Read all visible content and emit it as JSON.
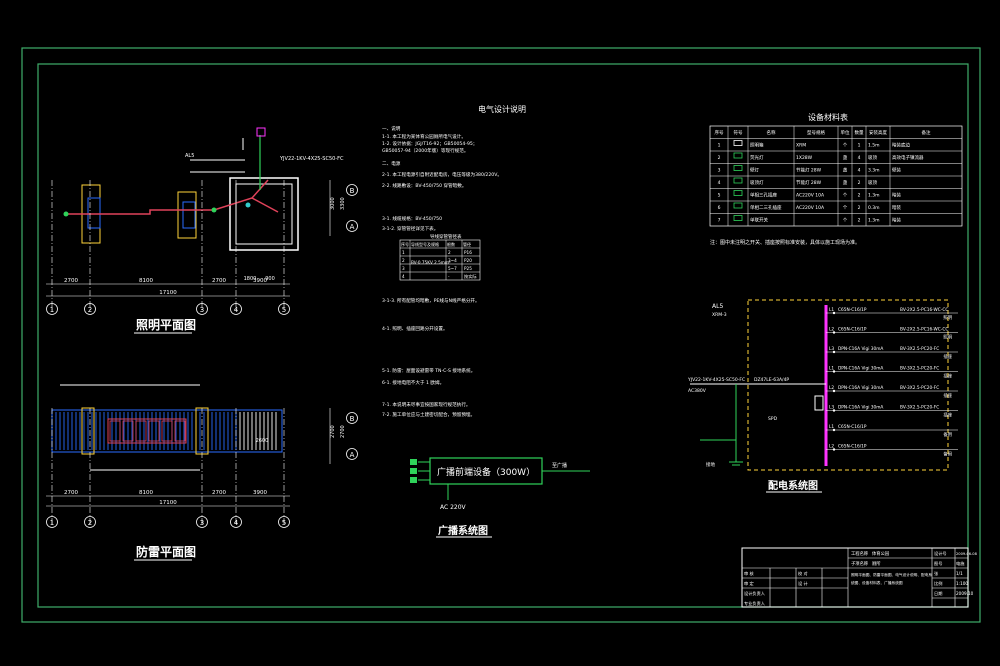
{
  "colors": {
    "background": "#000000",
    "frame": "#3fae6a",
    "wire": "#e0425a",
    "blue": "#2a6bff",
    "cyan": "#33cccc",
    "green": "#2fd35a",
    "yellow": "#ffd33a",
    "magenta": "#ff33ff",
    "white": "#ffffff"
  },
  "titles": {
    "lighting_plan": "照明平面图",
    "lightning_plan": "防雷平面图",
    "design_notes": "电气设计说明",
    "materials_table": "设备材料表",
    "broadcast_system": "广播系统图",
    "distribution_system": "配电系统图"
  },
  "axes": {
    "labels": [
      "1",
      "2",
      "3",
      "4",
      "5"
    ],
    "lighting_dims": [
      "2700",
      "8100",
      "2700",
      "3900",
      "1800",
      "900"
    ],
    "lighting_total": "17100",
    "lightning_dims": [
      "2700",
      "8100",
      "2700",
      "3900"
    ],
    "lightning_total": "17100",
    "side_labels": [
      "B",
      "A"
    ],
    "side_dims_lighting": [
      "3000",
      "3300"
    ],
    "side_dims_lightning": [
      "2700",
      "2700"
    ],
    "inner_dim": "2600"
  },
  "notes": {
    "lines": [
      "一、说明",
      "1-1. 本工程为某体育公园厕所电气设计。",
      "1-2. 设计依据：JGJ/T16-92；GB50054-95；",
      "GB50057-94（2000年版）等现行规范。",
      "二、电源",
      "2-1. 本工程电源引自附近配电房，电压等级为380/220V。",
      "2-2. 线路敷设：BV-450/750 穿管暗敷。",
      "3-1. 线缆规格：BV-450/750",
      "3-1-2. 穿管管径详见下表。",
      "3-1-3. 所有配管均暗敷，PE线与N线严格分开。",
      "4-1. 照明、插座回路分开设置。",
      "5-1. 防雷：屋面设避雷带 TN-C-S 接地系统。",
      "6-1. 接地电阻不大于 1 欧姆。",
      "7-1. 本说明未尽事宜按国家现行规范执行。",
      "7-2. 施工单位应与土建密切配合，预留预埋。"
    ],
    "inline_codes": [
      "JGJ/T16-92",
      "GB50054-95",
      "GB50057-94",
      "BV-450/750",
      "TN-C-S",
      "380/220V"
    ]
  },
  "pipe_table": {
    "title": "导线穿管管径表",
    "headers": [
      "序号",
      "导线型号及规格",
      "根数",
      "管径"
    ],
    "wire_spec": "BV-0.75KV 2.5mm²",
    "rows": [
      {
        "n": "1",
        "count": "2",
        "size": "P16"
      },
      {
        "n": "2",
        "count": "3~4",
        "size": "P20"
      },
      {
        "n": "3",
        "count": "5~7",
        "size": "P25"
      },
      {
        "n": "4",
        "count": "-",
        "size": "按实际"
      }
    ]
  },
  "materials": {
    "headers": [
      "序号",
      "符号",
      "名称",
      "型号规格",
      "单位",
      "数量",
      "安装高度",
      "备注"
    ],
    "rows": [
      {
        "n": "1",
        "name": "照明箱",
        "spec": "XRM",
        "unit": "个",
        "qty": "1",
        "height": "1.5m",
        "note": "暗装底边"
      },
      {
        "n": "2",
        "name": "荧光灯",
        "spec": "1X28W",
        "unit": "盏",
        "qty": "4",
        "height": "吸顶",
        "note": "高效电子镇流器"
      },
      {
        "n": "3",
        "name": "壁灯",
        "spec": "节能灯 28W",
        "unit": "盏",
        "qty": "4",
        "height": "3.3m",
        "note": "壁装"
      },
      {
        "n": "4",
        "name": "吸顶灯",
        "spec": "节能灯 28W",
        "unit": "盏",
        "qty": "2",
        "height": "吸顶",
        "note": ""
      },
      {
        "n": "5",
        "name": "单相三孔插座",
        "spec": "AC220V 10A",
        "unit": "个",
        "qty": "2",
        "height": "1.3m",
        "note": "暗装"
      },
      {
        "n": "6",
        "name": "单相二三孔插座",
        "spec": "AC220V 10A",
        "unit": "个",
        "qty": "2",
        "height": "0.3m",
        "note": "暗装"
      },
      {
        "n": "7",
        "name": "单联开关",
        "spec": "",
        "unit": "个",
        "qty": "2",
        "height": "1.3m",
        "note": "暗装"
      }
    ],
    "footnote": "注：图中未注明之开关、插座按照标准安装，具体以施工现场为准。"
  },
  "broadcast": {
    "device": "广播前端设备（300W）",
    "power": "AC 220V",
    "output": "至广播"
  },
  "distribution": {
    "panel": "AL5",
    "panel_spec": "XRM-3",
    "incoming": "YJV22-1KV-4X25-SC50-FC",
    "incoming2": "AC380V",
    "main_breaker": "DZ47LE-63A/4P",
    "spd": "SPD",
    "ground": "接地",
    "circuits": [
      {
        "id": "L1",
        "breaker": "C65N-C16/1P",
        "cable": "BV-2X2.5-PC16-WC-CC",
        "use": "照明"
      },
      {
        "id": "L2",
        "breaker": "C65N-C16/1P",
        "cable": "BV-2X2.5-PC16-WC-CC",
        "use": "照明"
      },
      {
        "id": "L3",
        "breaker": "DPN-C16A Vigi 30mA",
        "cable": "BV-3X2.5-PC20-FC",
        "use": "插座"
      },
      {
        "id": "L1",
        "breaker": "DPN-C16A Vigi 30mA",
        "cable": "BV-3X2.5-PC20-FC",
        "use": "插座"
      },
      {
        "id": "L2",
        "breaker": "DPN-C16A Vigi 30mA",
        "cable": "BV-3X2.5-PC20-FC",
        "use": "插座"
      },
      {
        "id": "L3",
        "breaker": "DPN-C16A Vigi 30mA",
        "cable": "BV-3X2.5-PC20-FC",
        "use": "插座"
      },
      {
        "id": "L1",
        "breaker": "C65N-C16/1P",
        "cable": "",
        "use": "备用"
      },
      {
        "id": "L2",
        "breaker": "C65N-C16/1P",
        "cable": "",
        "use": "备用"
      }
    ]
  },
  "title_block": {
    "project_label": "工程名称",
    "project": "体育公园",
    "item_label": "子项名称",
    "item": "厕所",
    "drawing_name": "照明平面图、防雷平面图、电气设计说明、配电系统图、设备材料表、广播系统图",
    "design_no_label": "设计号",
    "design_no": "2009-06-08",
    "drawing_no_label": "图号",
    "drawing_no": "电施",
    "scale_label": "比例",
    "scale": "1:100",
    "date_label": "日期",
    "date": "2009.10",
    "sheet_label": "张",
    "sheet": "1/1",
    "roles": [
      "审 核",
      "校 对",
      "设计负责人",
      "审 定",
      "设 计",
      "专业负责人"
    ]
  }
}
